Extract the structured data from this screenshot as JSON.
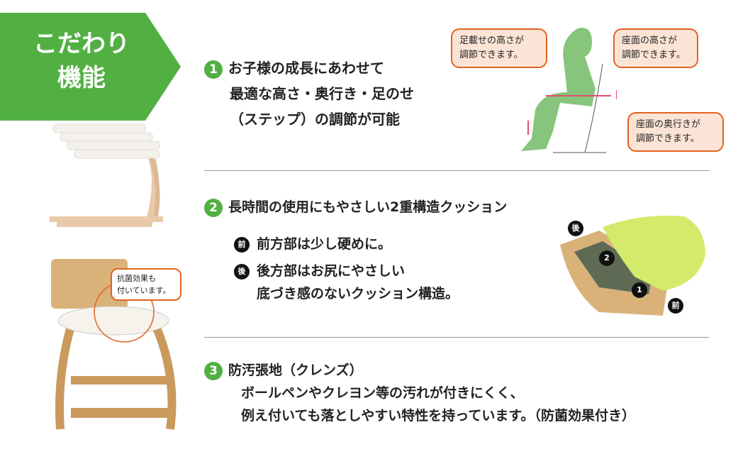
{
  "banner": {
    "line1": "こだわり",
    "line2": "機能"
  },
  "section1": {
    "number": "1",
    "lines": [
      "お子様の成長にあわせて",
      "最適な高さ・奥行き・足のせ",
      "（ステップ）の調節が可能"
    ]
  },
  "diagram1": {
    "callouts": [
      "足載せの高さが\n調節できます。",
      "座面の高さが\n調節できます。",
      "座面の奥行きが\n調節できます。"
    ],
    "callout_lines": [
      [
        "足載せの高さが",
        "調節できます。"
      ],
      [
        "座面の高さが",
        "調節できます。"
      ],
      [
        "座面の奥行きが",
        "調節できます。"
      ]
    ]
  },
  "section2": {
    "number": "2",
    "title": "長時間の使用にもやさしい2重構造クッション",
    "items": [
      {
        "tag": "前",
        "lines": [
          "前方部は少し硬めに。"
        ]
      },
      {
        "tag": "後",
        "lines": [
          "後方部はお尻にやさしい",
          "底づき感のないクッション構造。"
        ]
      }
    ]
  },
  "cushion": {
    "labels": {
      "back": "後",
      "front": "前",
      "layer1": "1",
      "layer2": "2"
    }
  },
  "chair_callout": {
    "lines": [
      "抗菌効果も",
      "付いています。"
    ]
  },
  "section3": {
    "number": "3",
    "title": "防汚張地（クレンズ）",
    "lines": [
      "ボールペンやクレヨン等の汚れが付きにくく、",
      "例え付いても落としやすい特性を持っています。（防菌効果付き）"
    ]
  },
  "colors": {
    "green": "#52b043",
    "orange": "#e0641f",
    "callout_bg": "#fbe4d5"
  }
}
